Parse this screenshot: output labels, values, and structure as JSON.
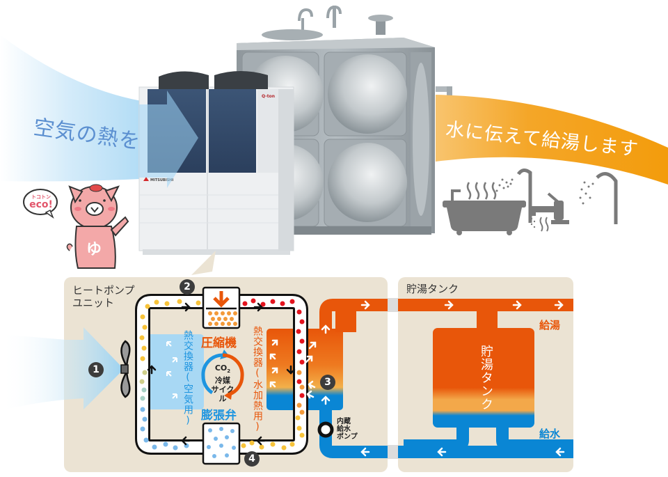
{
  "top": {
    "air_banner": "空気の熱を",
    "water_banner": "水に伝えて給湯します",
    "mascot": {
      "speech_small": "トコトン",
      "speech_big": "eco!",
      "shirt_char": "ゆ"
    },
    "unit_brand": "MITSUBISHI",
    "unit_model": "Q-ton",
    "usage_icons": [
      "bathtub-icon",
      "shower-icon",
      "faucet-icon",
      "shower-head-icon"
    ]
  },
  "diagram": {
    "heat_pump_panel": {
      "title_line1": "ヒートポンプ",
      "title_line2": "ユニット",
      "steps": [
        "1",
        "2",
        "3",
        "4"
      ],
      "compressor_label": "圧縮機",
      "expansion_valve_label": "膨張弁",
      "cycle_line1": "CO",
      "cycle_sub": "2",
      "cycle_line2": "冷媒",
      "cycle_line3": "サイクル",
      "air_hx_label": "熱交換器(空気用)",
      "water_hx_label": "熱交換器(水加熱用)",
      "pump_line1": "内蔵",
      "pump_line2": "給水",
      "pump_line3": "ポンプ"
    },
    "tank_panel": {
      "title": "貯湯タンク",
      "tank_label": "貯湯タンク",
      "hot_supply_label": "給湯",
      "water_supply_label": "給水"
    },
    "colors": {
      "hot": "#e8560a",
      "warm": "#f2a74a",
      "cold": "#0a86d4",
      "panel_bg": "#ebe3d3",
      "air_blue": "#9fd3f2",
      "refrigerant_hot": "#e3141e",
      "refrigerant_warm": "#f39a3a",
      "refrigerant_cool": "#f7c33a",
      "refrigerant_cold": "#7ab8ea"
    }
  }
}
